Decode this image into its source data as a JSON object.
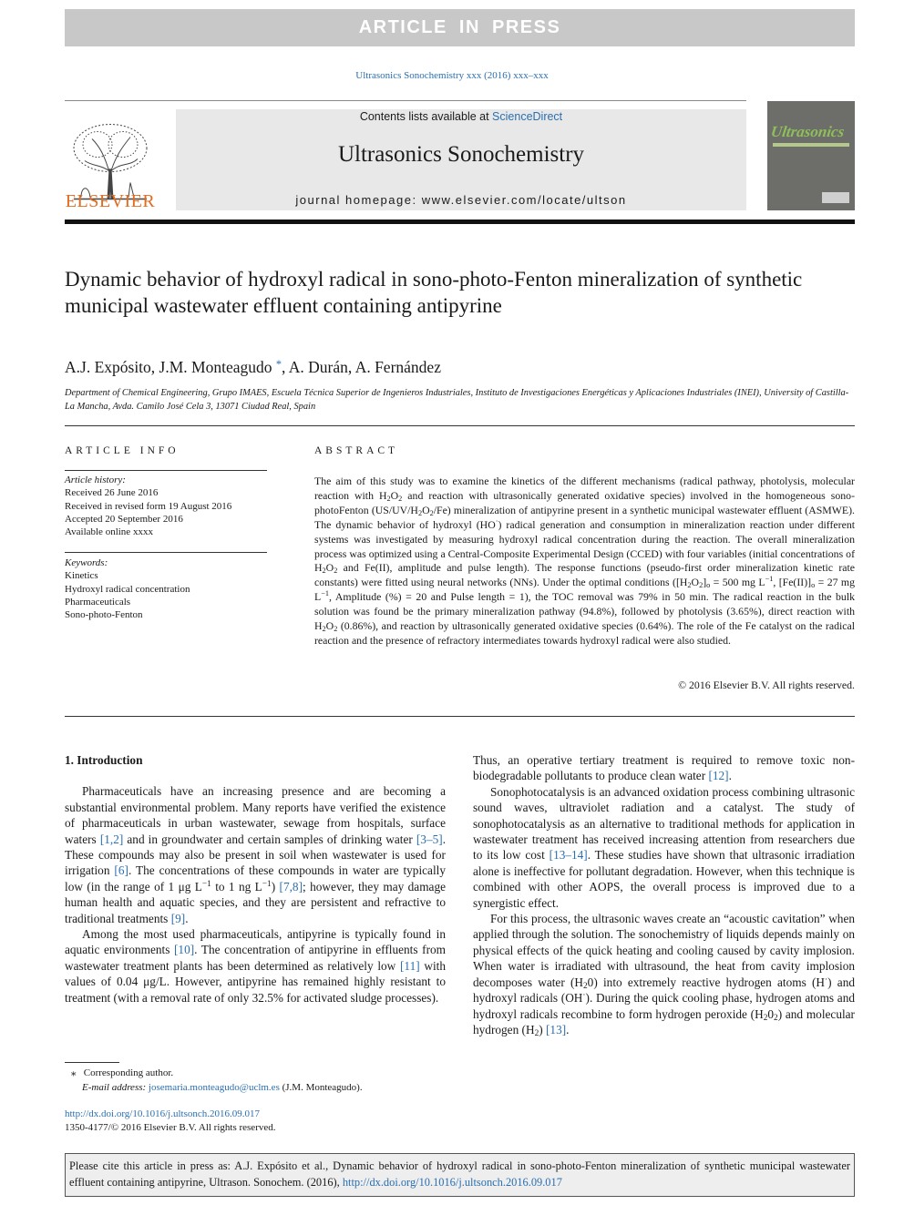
{
  "banner": "ARTICLE IN PRESS",
  "citation_line": "Ultrasonics Sonochemistry xxx (2016) xxx–xxx",
  "header": {
    "publisher": "ELSEVIER",
    "contents_prefix": "Contents lists available at ",
    "contents_link": "ScienceDirect",
    "journal": "Ultrasonics Sonochemistry",
    "homepage": "journal homepage: www.elsevier.com/locate/ultson",
    "cover_title": "Ultrasonics"
  },
  "article": {
    "title": "Dynamic behavior of hydroxyl radical in sono-photo-Fenton mineralization of synthetic municipal wastewater effluent containing antipyrine",
    "authors_a": "A.J. Expósito, J.M. Monteagudo",
    "authors_star": "*",
    "authors_b": ", A. Durán, A. Fernández",
    "affiliation": "Department of Chemical Engineering, Grupo IMAES, Escuela Técnica Superior de Ingenieros Industriales, Instituto de Investigaciones Energéticas y Aplicaciones Industriales (INEI), University of Castilla-La Mancha, Avda. Camilo José Cela 3, 13071 Ciudad Real, Spain"
  },
  "article_info": {
    "heading": "ARTICLE INFO",
    "history_label": "Article history:",
    "history": [
      "Received 26 June 2016",
      "Received in revised form 19 August 2016",
      "Accepted 20 September 2016",
      "Available online xxxx"
    ],
    "keywords_label": "Keywords:",
    "keywords": [
      "Kinetics",
      "Hydroxyl radical concentration",
      "Pharmaceuticals",
      "Sono-photo-Fenton"
    ]
  },
  "abstract": {
    "heading": "ABSTRACT",
    "copyright": "© 2016 Elsevier B.V. All rights reserved."
  },
  "body": {
    "intro_heading": "1. Introduction"
  },
  "footnote": {
    "corresponding": "Corresponding author.",
    "email_label": "E-mail address: ",
    "email": "josemaria.monteagudo@uclm.es",
    "email_owner": " (J.M. Monteagudo)."
  },
  "doi": {
    "url": "http://dx.doi.org/10.1016/j.ultsonch.2016.09.017",
    "issn": "1350-4177/© 2016 Elsevier B.V. All rights reserved."
  },
  "cite_box": {
    "text": "Please cite this article in press as: A.J. Expósito et al., Dynamic behavior of hydroxyl radical in sono-photo-Fenton mineralization of synthetic municipal wastewater effluent containing antipyrine, Ultrason. Sonochem. (2016), ",
    "link": "http://dx.doi.org/10.1016/j.ultsonch.2016.09.017"
  }
}
